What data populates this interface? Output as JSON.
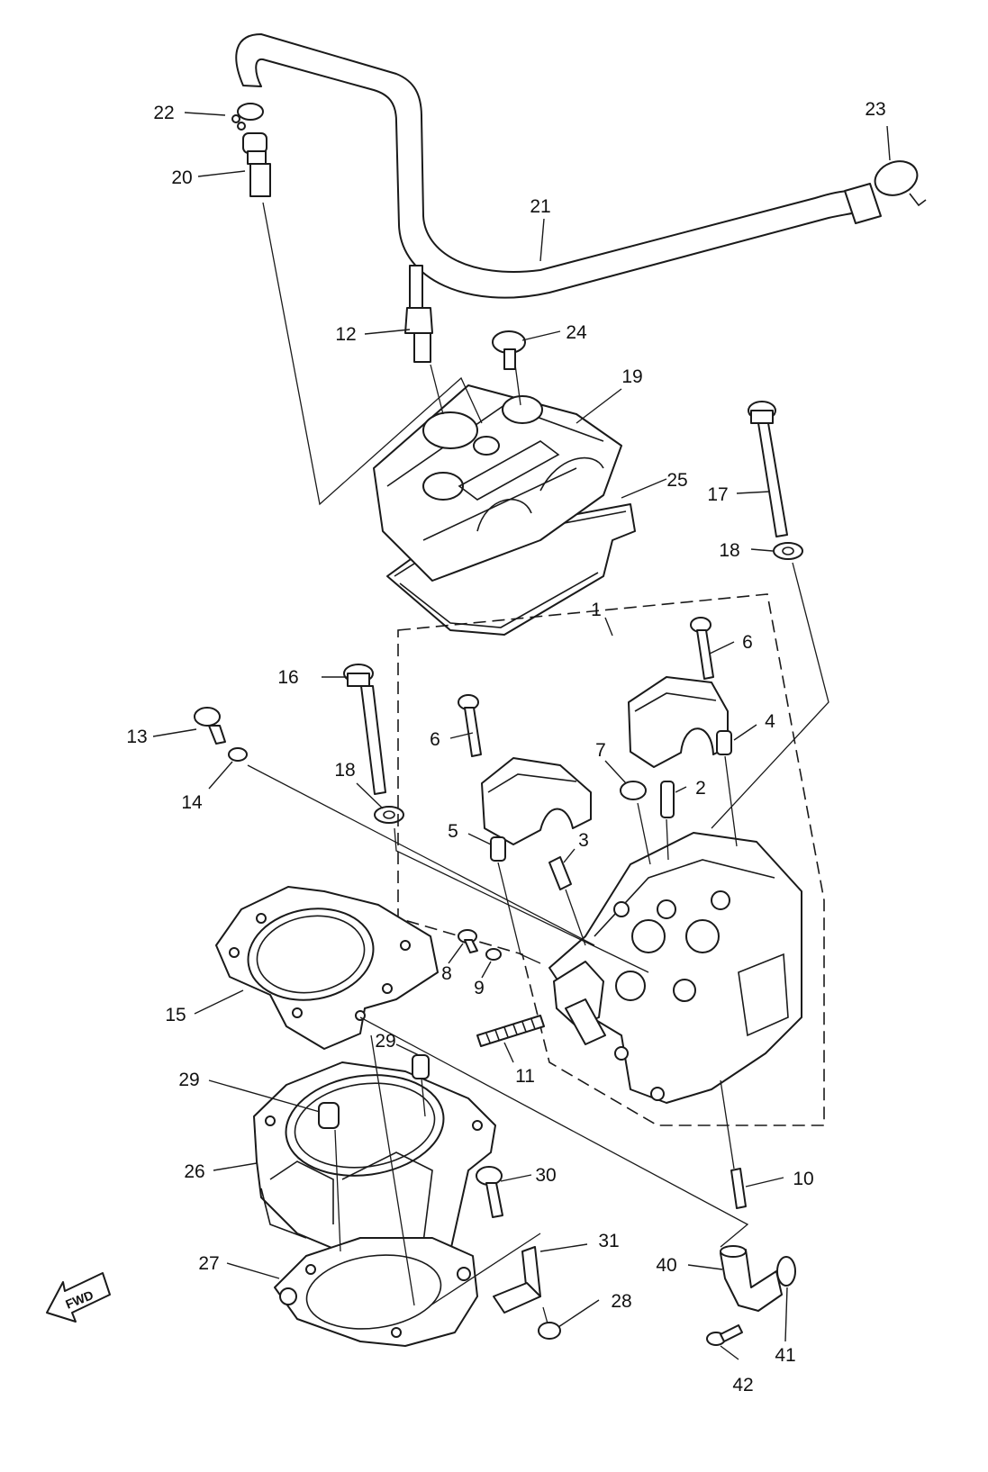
{
  "diagram": {
    "callouts": [
      "1",
      "2",
      "3",
      "4",
      "5",
      "6",
      "6",
      "7",
      "8",
      "9",
      "10",
      "11",
      "12",
      "13",
      "14",
      "15",
      "16",
      "17",
      "18",
      "18",
      "19",
      "20",
      "21",
      "22",
      "23",
      "24",
      "25",
      "26",
      "27",
      "28",
      "29",
      "29",
      "30",
      "31",
      "40",
      "41",
      "42"
    ],
    "fwd_label": "FWD"
  }
}
